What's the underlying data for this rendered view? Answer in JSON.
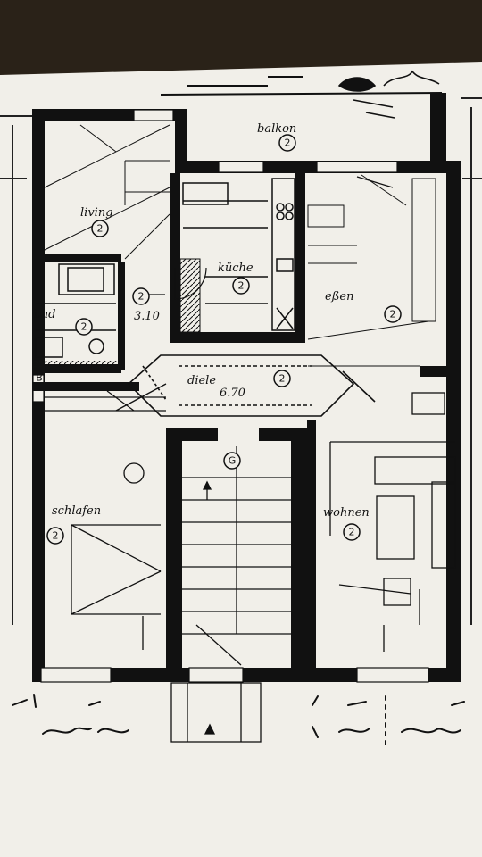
{
  "colors": {
    "paper": "#f1efe9",
    "ink": "#111111",
    "background": "#2a2218"
  },
  "rooms": [
    {
      "id": "balkon",
      "label": "balkon",
      "tag": "2"
    },
    {
      "id": "living",
      "label": "living",
      "tag": "2"
    },
    {
      "id": "kitchen",
      "label": "küche",
      "tag": "2"
    },
    {
      "id": "dining",
      "label": "eßen",
      "tag": "2"
    },
    {
      "id": "bath",
      "label": "bad",
      "tag": "2"
    },
    {
      "id": "wc",
      "label": "",
      "tag": "2"
    },
    {
      "id": "hall",
      "label": "diele",
      "tag": "2"
    },
    {
      "id": "bedroom",
      "label": "schlafen",
      "tag": "2"
    },
    {
      "id": "livingroom",
      "label": "wohnen",
      "tag": "2"
    },
    {
      "id": "stair",
      "label": "",
      "tag": "G"
    }
  ],
  "hall_dimension": "6.70",
  "small_label": "B",
  "corridor_dimension": "3.10"
}
